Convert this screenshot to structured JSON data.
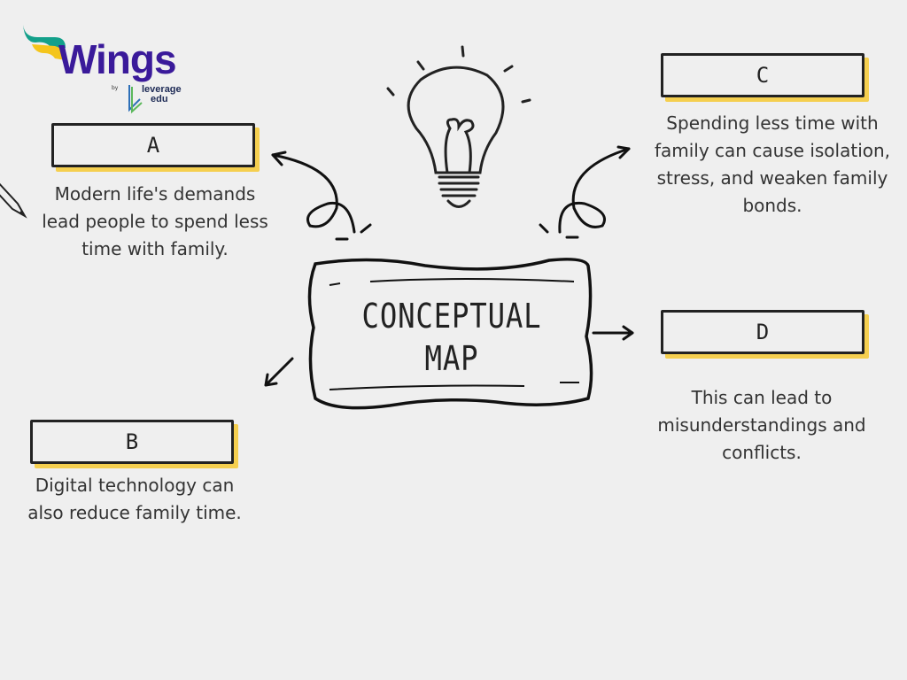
{
  "logo": {
    "brand": "Wings",
    "by": "by",
    "partner_line1": "leverage",
    "partner_line2": "edu"
  },
  "center": {
    "line1": "CONCEPTUAL",
    "line2": "MAP"
  },
  "nodes": {
    "a": {
      "label": "A",
      "text": "Modern life's demands lead people to spend less time with family."
    },
    "b": {
      "label": "B",
      "text": "Digital technology can also reduce family time."
    },
    "c": {
      "label": "C",
      "text": "Spending less time with family can cause isolation, stress, and weaken family bonds."
    },
    "d": {
      "label": "D",
      "text": "This can lead to misunderstandings and conflicts."
    }
  },
  "colors": {
    "background": "#efefef",
    "accent": "#f5cf4f",
    "brand": "#3a1a9a",
    "ink": "#222222"
  }
}
